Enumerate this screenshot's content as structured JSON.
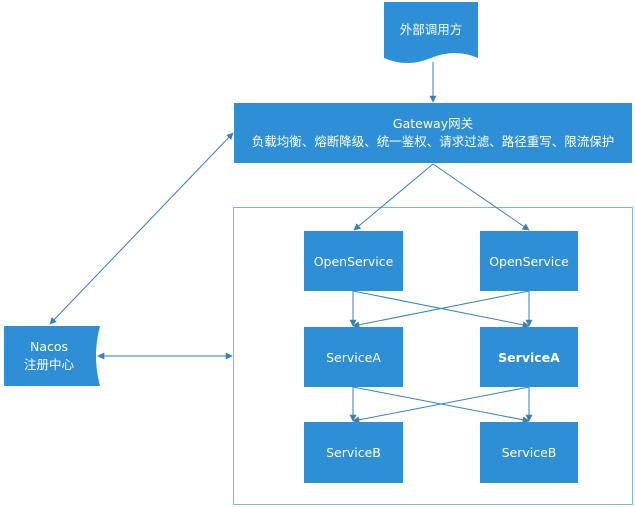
{
  "colors": {
    "box_fill": "#2f8fd6",
    "text": "#ffffff",
    "connector": "#3a7fb8",
    "cluster_border": "#7fb6da"
  },
  "external_caller": {
    "label": "外部调用方"
  },
  "gateway": {
    "title": "Gateway网关",
    "features": "负载均衡、熔断降级、统一鉴权、请求过滤、路径重写、限流保护"
  },
  "registry": {
    "name": "Nacos",
    "subtitle": "注册中心"
  },
  "services": {
    "open_left": "OpenService",
    "open_right": "OpenService",
    "a_left": "ServiceA",
    "a_right": "ServiceA",
    "b_left": "ServiceB",
    "b_right": "ServiceB"
  }
}
